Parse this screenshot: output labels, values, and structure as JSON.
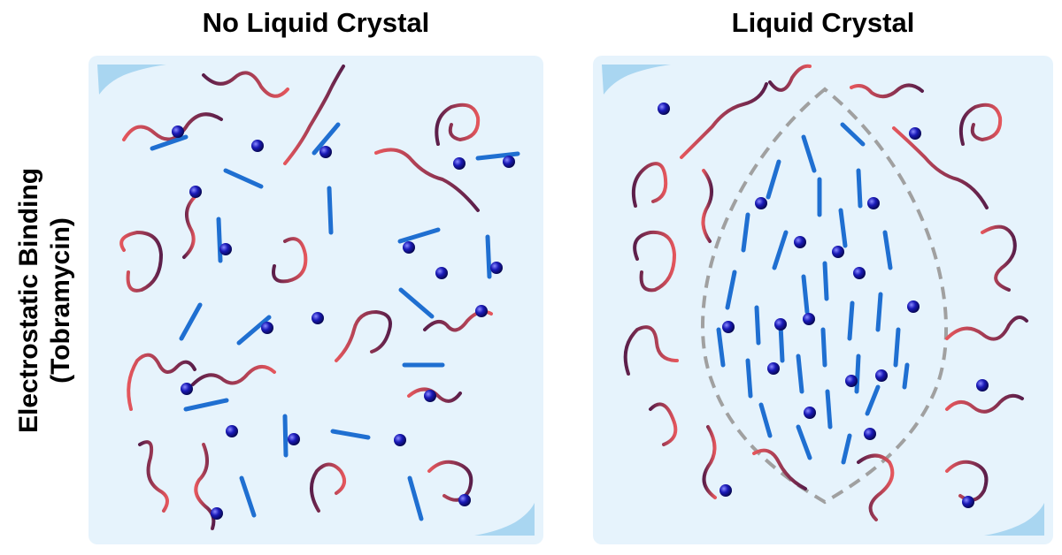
{
  "side_label": {
    "line1": "Electrostatic Binding",
    "line2": "(Tobramycin)"
  },
  "panels": [
    {
      "title": "No Liquid Crystal"
    },
    {
      "title": "Liquid Crystal"
    }
  ],
  "colors": {
    "panel_background": "#e6f3fc",
    "corner_accent": "#a9d6f1",
    "polymer_chain_light": "#e4565c",
    "polymer_chain_dark": "#5a1e4a",
    "rod": "#1f6fd1",
    "sphere": "#1a1ab8",
    "boundary_dash": "#a0a0a0"
  }
}
